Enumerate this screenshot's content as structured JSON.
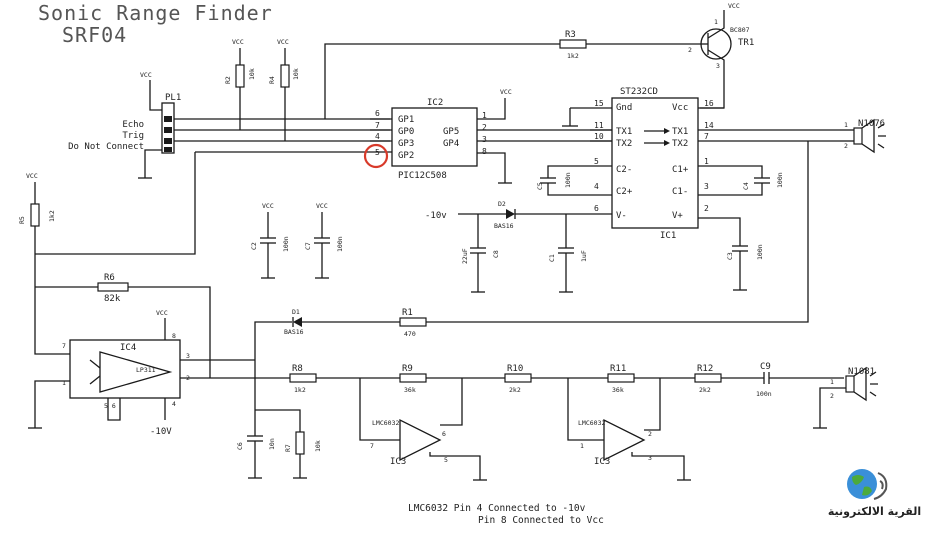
{
  "title_line1": "Sonic Range Finder",
  "title_line2": "SRF04",
  "supply": {
    "vcc": "VCC",
    "neg10": "-10v",
    "neg10b": "-10V"
  },
  "pl1": {
    "ref": "PL1",
    "pins": [
      "Echo",
      "Trig",
      "Do Not Connect"
    ]
  },
  "ic2": {
    "ref": "IC2",
    "part": "PIC12C508",
    "left_pins": [
      {
        "num": "6",
        "name": "GP1"
      },
      {
        "num": "7",
        "name": "GP0"
      },
      {
        "num": "4",
        "name": "GP3"
      },
      {
        "num": "5",
        "name": "GP2"
      }
    ],
    "right_pins": [
      {
        "num": "1",
        "name": ""
      },
      {
        "num": "2",
        "name": "GP5"
      },
      {
        "num": "3",
        "name": "GP4"
      },
      {
        "num": "8",
        "name": ""
      }
    ]
  },
  "ic1": {
    "ref": "IC1",
    "part": "ST232CD",
    "left_pins": [
      {
        "num": "15",
        "name": "Gnd"
      },
      {
        "num": "11",
        "name": "TX1"
      },
      {
        "num": "10",
        "name": "TX2"
      },
      {
        "num": "5",
        "name": "C2-"
      },
      {
        "num": "4",
        "name": "C2+"
      },
      {
        "num": "6",
        "name": "V-"
      }
    ],
    "right_pins": [
      {
        "num": "16",
        "name": "Vcc"
      },
      {
        "num": "14",
        "name": "TX1"
      },
      {
        "num": "7",
        "name": "TX2"
      },
      {
        "num": "1",
        "name": "C1+"
      },
      {
        "num": "3",
        "name": "C1-"
      },
      {
        "num": "2",
        "name": "V+"
      }
    ]
  },
  "ic4": {
    "ref": "IC4",
    "part": "LP311",
    "pins": [
      "7",
      "1",
      "8",
      "3",
      "2",
      "4"
    ],
    "sub_pins": "5 6"
  },
  "ic3a": {
    "ref": "IC3",
    "part": "LMC6032",
    "pins": [
      "7",
      "6",
      "5"
    ]
  },
  "ic3b": {
    "ref": "IC3",
    "part": "LMC6032",
    "pins": [
      "1",
      "2",
      "3"
    ]
  },
  "tr1": {
    "ref": "TR1",
    "part": "BC807",
    "pins": [
      "1",
      "2",
      "3"
    ]
  },
  "resistors": [
    {
      "ref": "R2",
      "value": "10k"
    },
    {
      "ref": "R4",
      "value": "10k"
    },
    {
      "ref": "R3",
      "value": "1k2"
    },
    {
      "ref": "R5",
      "value": "1k2"
    },
    {
      "ref": "R6",
      "value": "82k"
    },
    {
      "ref": "R1",
      "value": "470"
    },
    {
      "ref": "R8",
      "value": "1k2"
    },
    {
      "ref": "R9",
      "value": "36k"
    },
    {
      "ref": "R10",
      "value": "2k2"
    },
    {
      "ref": "R11",
      "value": "36k"
    },
    {
      "ref": "R12",
      "value": "2k2"
    },
    {
      "ref": "R7",
      "value": "10k"
    }
  ],
  "capacitors": [
    {
      "ref": "C2",
      "value": "100n"
    },
    {
      "ref": "C7",
      "value": "100n"
    },
    {
      "ref": "C5",
      "value": "100n"
    },
    {
      "ref": "C4",
      "value": "100n"
    },
    {
      "ref": "C8",
      "value": "22uF"
    },
    {
      "ref": "C1",
      "value": "1uF"
    },
    {
      "ref": "C3",
      "value": "100n"
    },
    {
      "ref": "C6",
      "value": "10n"
    },
    {
      "ref": "C9",
      "value": "100n"
    }
  ],
  "diodes": [
    {
      "ref": "D2",
      "value": "BAS16"
    },
    {
      "ref": "D1",
      "value": "BAS16"
    }
  ],
  "transducers": [
    {
      "ref": "N1076",
      "pins": [
        "1",
        "2"
      ]
    },
    {
      "ref": "N1081",
      "pins": [
        "1",
        "2"
      ]
    }
  ],
  "notes": [
    "LMC6032 Pin 4 Connected to -10v",
    "Pin 8 Connected to Vcc"
  ],
  "logo": {
    "text": "القرية الالكترونية",
    "icon": "globe-icon"
  },
  "colors": {
    "highlight_circle": "#d83a2a",
    "wire": "#1a1a1a"
  }
}
